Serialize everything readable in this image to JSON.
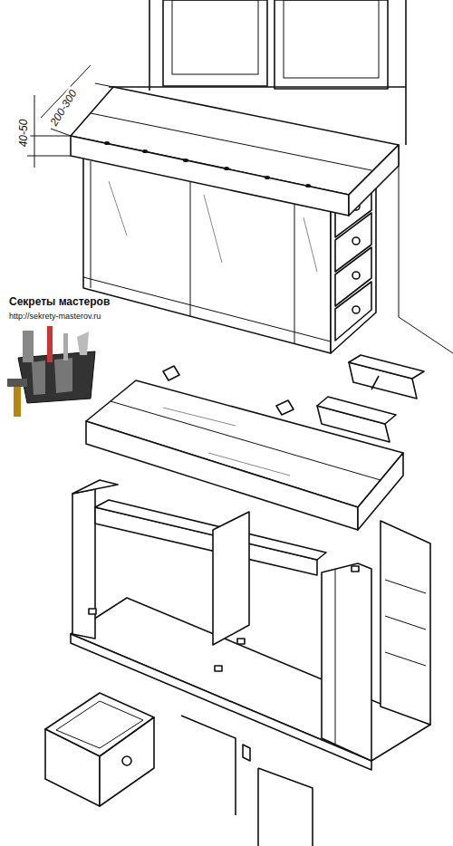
{
  "diagram": {
    "labels": [
      "200-300",
      "40-50",
      "Секреты мастеров",
      "http://sekrety-masterov.ru"
    ]
  }
}
